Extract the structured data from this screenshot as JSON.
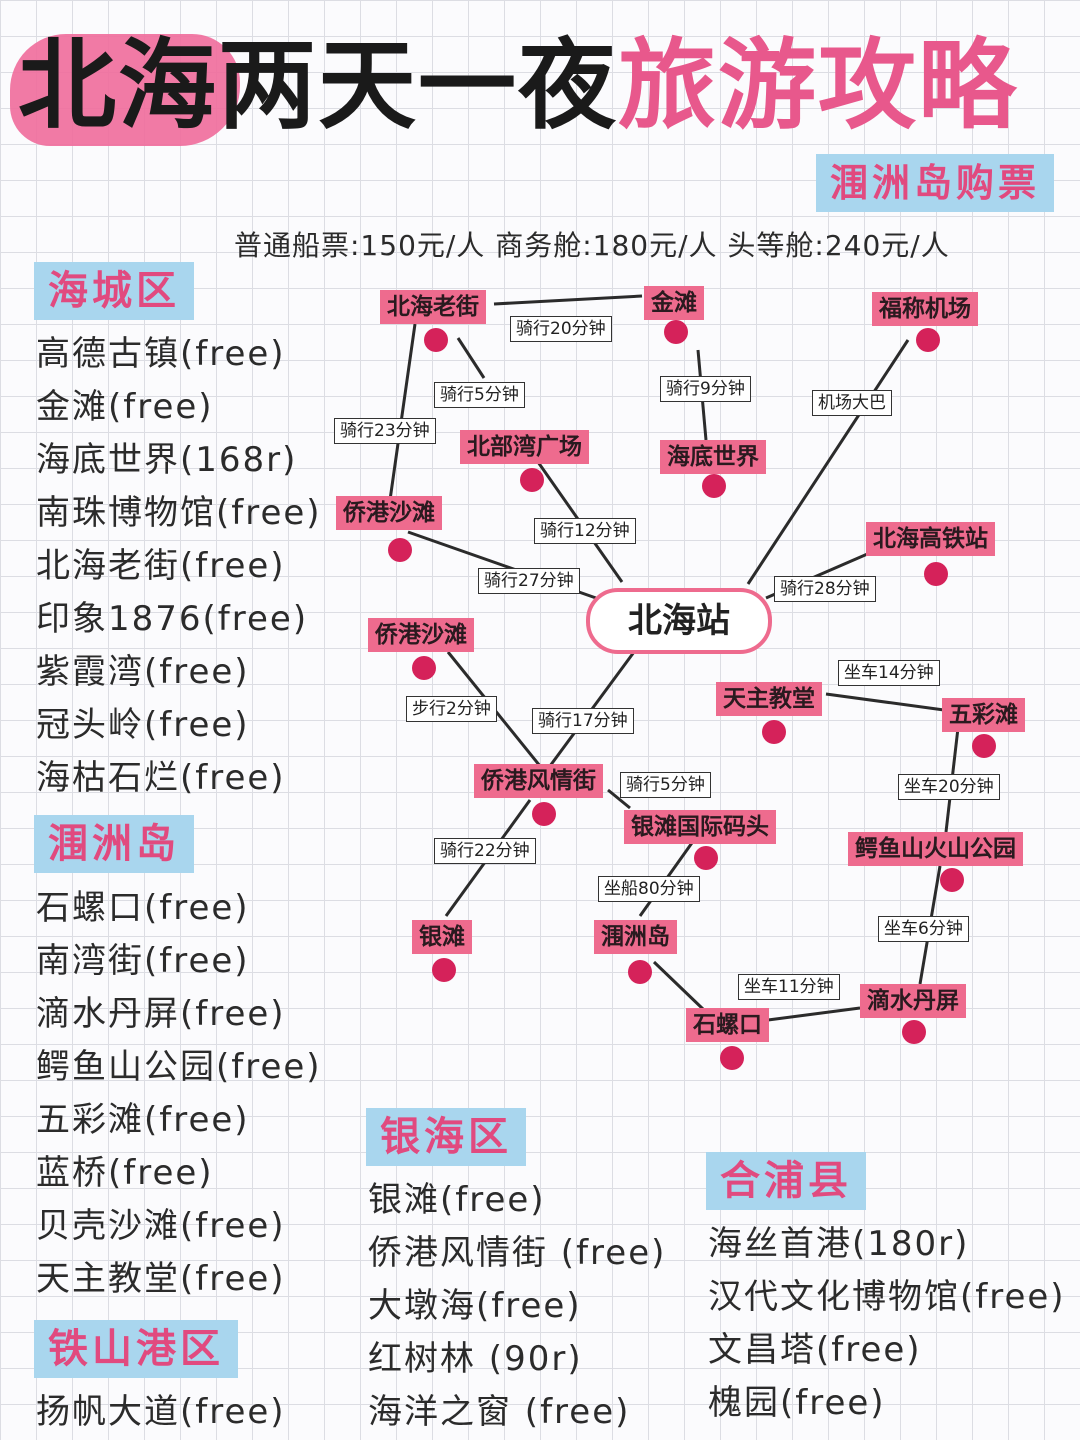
{
  "title": {
    "part_highlight": "北海",
    "part_black": "两天一夜",
    "part_pink": "旅游攻略"
  },
  "ticket": {
    "header": "涠洲岛购票",
    "fares": "普通船票:150元/人 商务舱:180元/人 头等舱:240元/人"
  },
  "districts": {
    "haicheng": {
      "name": "海城区",
      "items": [
        "高德古镇(free)",
        "金滩(free)",
        "海底世界(168r)",
        "南珠博物馆(free)",
        "北海老街(free)",
        "印象1876(free)",
        "紫霞湾(free)",
        "冠头岭(free)",
        "海枯石烂(free)"
      ]
    },
    "weizhou": {
      "name": "涠洲岛",
      "items": [
        "石螺口(free)",
        "南湾街(free)",
        "滴水丹屏(free)",
        "鳄鱼山公园(free)",
        "五彩滩(free)",
        "蓝桥(free)",
        "贝壳沙滩(free)",
        "天主教堂(free)"
      ]
    },
    "tieshangang": {
      "name": "铁山港区",
      "items": [
        "扬帆大道(free)"
      ]
    },
    "yinhai": {
      "name": "银海区",
      "items": [
        "银滩(free)",
        "侨港风情街 (free)",
        "大墩海(free)",
        "红树林 (90r)",
        "海洋之窗 (free)"
      ]
    },
    "hepu": {
      "name": "合浦县",
      "items": [
        "海丝首港(180r)",
        "汉代文化博物馆(free)",
        "文昌塔(free)",
        "槐园(free)"
      ]
    }
  },
  "map": {
    "hub": "北海站",
    "nodes": {
      "beihai_old_street": "北海老街",
      "jintan": "金滩",
      "fucheng_airport": "福称机场",
      "beibu_gulf_square": "北部湾广场",
      "haidi_shijie": "海底世界",
      "qiaogang_beach_1": "侨港沙滩",
      "gaotie": "北海高铁站",
      "qiaogang_beach_2": "侨港沙滩",
      "catholic_church": "天主教堂",
      "wucaitan": "五彩滩",
      "qiaogang_street": "侨港风情街",
      "yintan_pier": "银滩国际码头",
      "eyushan_park": "鳄鱼山火山公园",
      "yintan": "银滩",
      "weizhou_island": "涠洲岛",
      "dishui_danping": "滴水丹屏",
      "shiluokou": "石螺口"
    },
    "edges": {
      "oldst_jintan": "骑行20分钟",
      "oldst_square": "骑行5分钟",
      "jintan_haidi": "骑行9分钟",
      "airport_hub": "机场大巴",
      "oldst_qg": "骑行23分钟",
      "square_hub": "骑行12分钟",
      "qg_hub": "骑行27分钟",
      "gaotie_hub": "骑行28分钟",
      "church_wcd": "坐车14分钟",
      "qg2_street": "步行2分钟",
      "hub_street": "骑行17分钟",
      "street_pier": "骑行5分钟",
      "wcd_eyushan": "坐车20分钟",
      "street_yintan": "骑行22分钟",
      "pier_island": "坐船80分钟",
      "eyushan_dishui": "坐车6分钟",
      "shiluo_dishui": "坐车11分钟"
    }
  },
  "colors": {
    "pink_label": "#ee6b8e",
    "dot": "#d5225a",
    "tag_bg": "#a9d6ee",
    "tag_text": "#e14a7f"
  }
}
